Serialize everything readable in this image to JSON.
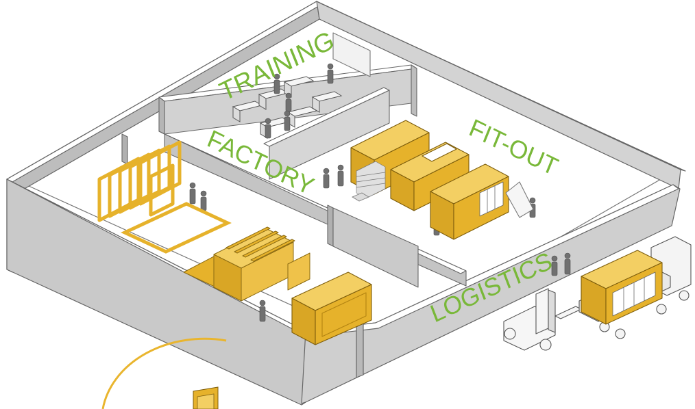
{
  "labels": {
    "training": "TRAINING",
    "fitout": "FIT-OUT",
    "factory": "FACTORY",
    "logistics": "LOGISTICS"
  },
  "colors": {
    "label_green": "#79b839",
    "module_yellow": "#e9b52e",
    "module_yellow_dark": "#c8951c",
    "wall_top": "#ffffff",
    "wall_face": "#c9c9c9",
    "wall_face_dark": "#a9a9a9",
    "outline": "#555555",
    "person": "#6f6f6f"
  }
}
